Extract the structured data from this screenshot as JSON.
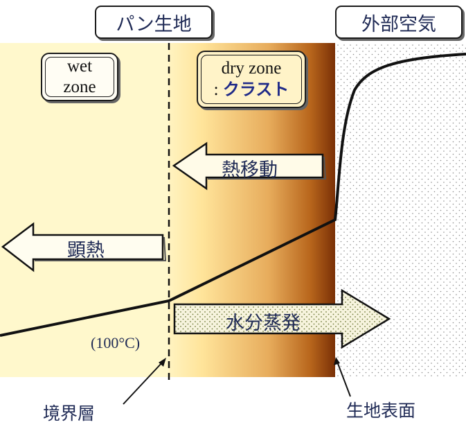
{
  "headers": {
    "dough": "パン生地",
    "outside_air": "外部空気"
  },
  "zones": {
    "wet_line1": "wet",
    "wet_line2": "zone",
    "dry_line1": "dry zone",
    "dry_line2_prefix": ": ",
    "dry_line2_crust": "クラスト"
  },
  "arrows": {
    "heat_transfer": "熱移動",
    "sensible_heat": "顕熱",
    "evaporation": "水分蒸発"
  },
  "annotations": {
    "temperature": "(100°C)",
    "boundary_layer": "境界層",
    "dough_surface": "生地表面"
  },
  "colors": {
    "wet_zone": "#fff8cc",
    "crust_light": "#ffe9a8",
    "crust_mid": "#e0a150",
    "crust_dark": "#8a3c08",
    "air_dots": "#9a9a9a",
    "text_blue": "#1f2a55"
  }
}
